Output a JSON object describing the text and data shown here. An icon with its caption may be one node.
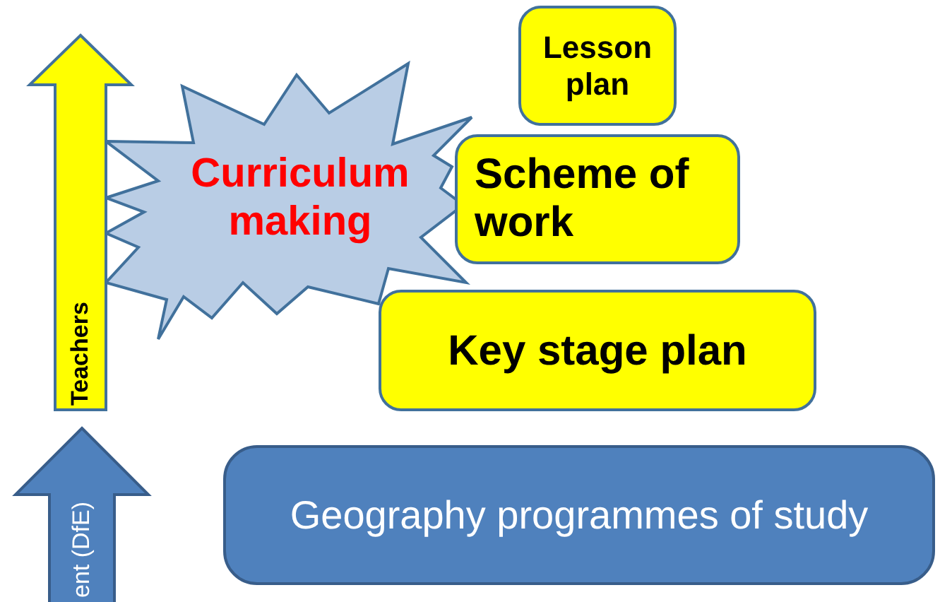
{
  "diagram": {
    "nodes": [
      {
        "text": [
          "Teachers"
        ]
      },
      {
        "text": [
          "Curriculum making"
        ]
      },
      {
        "text": [
          "Lesson plan"
        ]
      },
      {
        "text": [
          "Scheme of work"
        ]
      },
      {
        "text": [
          "Key stage plan"
        ]
      },
      {
        "text": [
          "ent (DfE)"
        ]
      },
      {
        "text": [
          "Geography programmes of study"
        ]
      }
    ]
  }
}
